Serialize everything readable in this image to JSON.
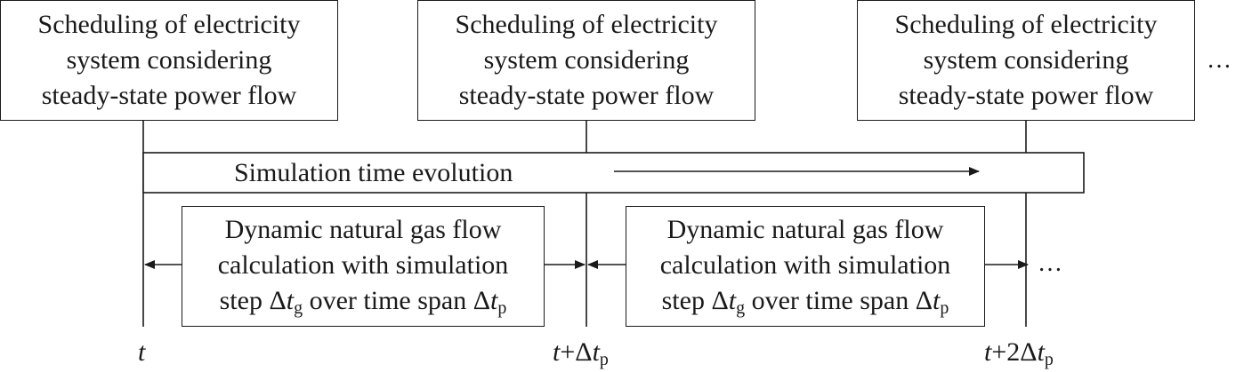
{
  "schedule_box": {
    "line1": "Scheduling of electricity",
    "line2": "system considering",
    "line3": "steady-state power flow"
  },
  "evolution": {
    "label": "Simulation time evolution"
  },
  "gas_box": {
    "line1": "Dynamic natural gas flow",
    "line2": "calculation with simulation",
    "line3_step": "step ",
    "delta": "Δ",
    "t": "t",
    "g": "g",
    "over": " over time span ",
    "p": "p"
  },
  "time_labels": {
    "t0": "t",
    "t1_prefix": "t",
    "t1_plus": "+Δ",
    "t1_t": "t",
    "t1_sub": "p",
    "t2_prefix": "t",
    "t2_plus": "+2Δ",
    "t2_t": "t",
    "t2_sub": "p"
  },
  "ellipsis": "…"
}
